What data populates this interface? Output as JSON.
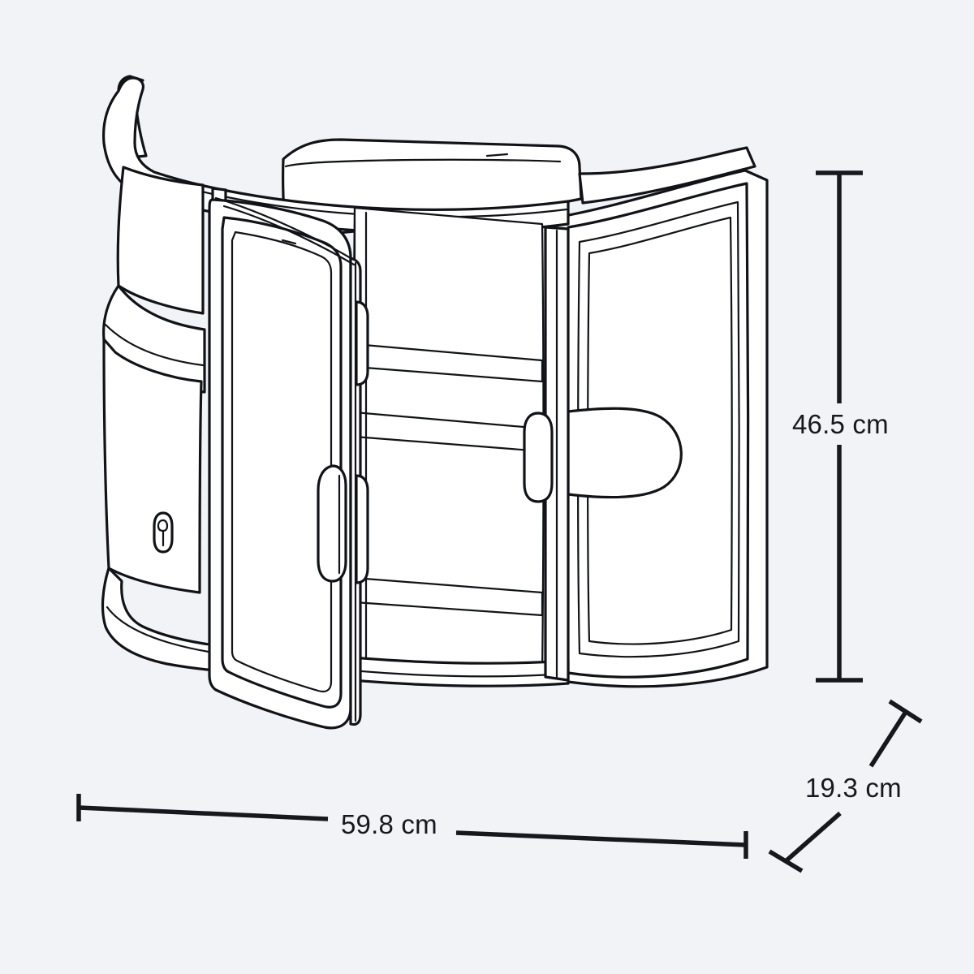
{
  "diagram": {
    "subject": "wall-mounted bathroom cabinet with two curved doors, one open",
    "background_color": "#f2f3f7",
    "line_color": "#111318",
    "fill_color": "#ffffff",
    "unit": "cm"
  },
  "dimensions": {
    "height": {
      "label": "46.5 cm",
      "value": 46.5,
      "unit": "cm",
      "orientation": "vertical",
      "position": "right"
    },
    "width": {
      "label": "59.8 cm",
      "value": 59.8,
      "unit": "cm",
      "orientation": "horizontal",
      "position": "bottom"
    },
    "depth": {
      "label": "19.3 cm",
      "value": 19.3,
      "unit": "cm",
      "orientation": "diagonal",
      "position": "bottom-right"
    }
  },
  "features": {
    "top_panel": "top-shelf",
    "left_side_panel": "curved-left-side",
    "right_door": "closed-curved-door",
    "left_door": "open-curved-door",
    "shelves": [
      "upper-shelf",
      "middle-shelf",
      "lower-shelf"
    ],
    "hardware": [
      "keyhole-wall-mount-slot",
      "door-hinge-upper",
      "door-hinge-lower",
      "door-handle",
      "recessed-handle"
    ]
  }
}
